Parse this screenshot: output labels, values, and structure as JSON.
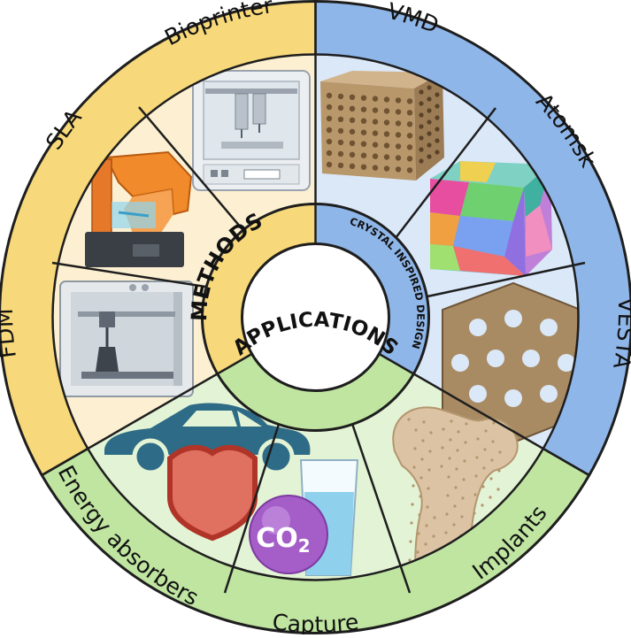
{
  "sections": {
    "methods": {
      "ring_label": "METHODS",
      "items": [
        {
          "label": "FDM",
          "icon": "fdm-printer-icon"
        },
        {
          "label": "SLA",
          "icon": "sla-printer-icon"
        },
        {
          "label": "Bioprinter",
          "icon": "bioprinter-icon"
        }
      ]
    },
    "crystal": {
      "ring_label": "CRYSTAL INSPIRED DESIGN",
      "items": [
        {
          "label": "VMD",
          "icon": "bead-lattice-cube-icon"
        },
        {
          "label": "Atomsk",
          "icon": "polycrystal-cube-icon"
        },
        {
          "label": "VESTA",
          "icon": "lattice-structure-icon"
        }
      ]
    },
    "applications": {
      "ring_label": "APPLICATIONS",
      "items": [
        {
          "label": "Energy absorbers",
          "icon": "car-shield-icon"
        },
        {
          "label": "Capture",
          "icon": "co2-glass-icon"
        },
        {
          "label": "Implants",
          "icon": "femur-bone-icon"
        }
      ],
      "co2_text": "CO",
      "co2_subscript": "2"
    }
  },
  "colors": {
    "methods_outer": "#f7d87a",
    "methods_inner": "#fdf0d2",
    "crystal_outer": "#8fb6e8",
    "crystal_inner": "#dbe8f8",
    "applications_outer": "#bfe5a1",
    "applications_inner": "#e3f3d5",
    "divider": "#1e1e1e"
  }
}
